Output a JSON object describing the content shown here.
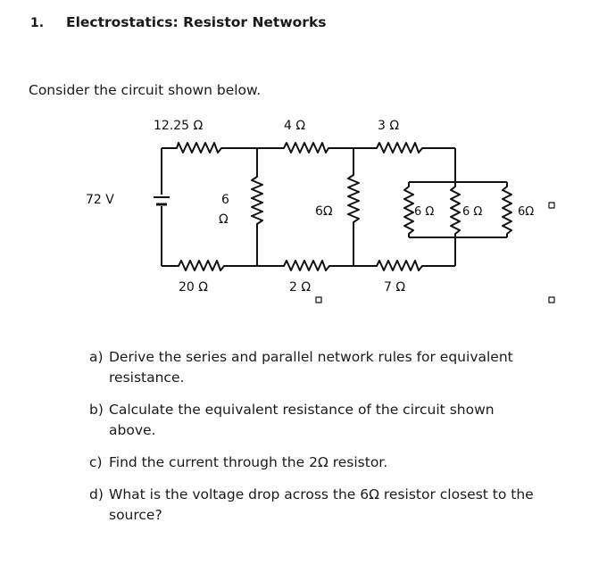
{
  "header": {
    "number": "1.",
    "title": "Electrostatics: Resistor Networks"
  },
  "intro": "Consider the circuit shown below.",
  "circuit": {
    "source": "72 V",
    "labels": {
      "r_top1": "12.25 Ω",
      "r_top2": "4 Ω",
      "r_top3": "3 Ω",
      "r_mid1_num": "6",
      "r_mid1_unit": "Ω",
      "r_mid2": "6Ω",
      "r_par1": "6 Ω",
      "r_par2": "6 Ω",
      "r_par3": "6Ω",
      "r_bot1": "20 Ω",
      "r_bot2": "2 Ω",
      "r_bot3": "7 Ω"
    }
  },
  "questions": [
    {
      "letter": "a)",
      "line1": "Derive the series and parallel network rules for equivalent",
      "line2": "resistance."
    },
    {
      "letter": "b)",
      "line1": "Calculate the equivalent resistance of the circuit shown",
      "line2": "above."
    },
    {
      "letter": "c)",
      "line1": "Find the current through the 2Ω resistor.",
      "line2": ""
    },
    {
      "letter": "d)",
      "line1": "What is the voltage drop across the 6Ω resistor closest to the",
      "line2": "source?"
    }
  ]
}
